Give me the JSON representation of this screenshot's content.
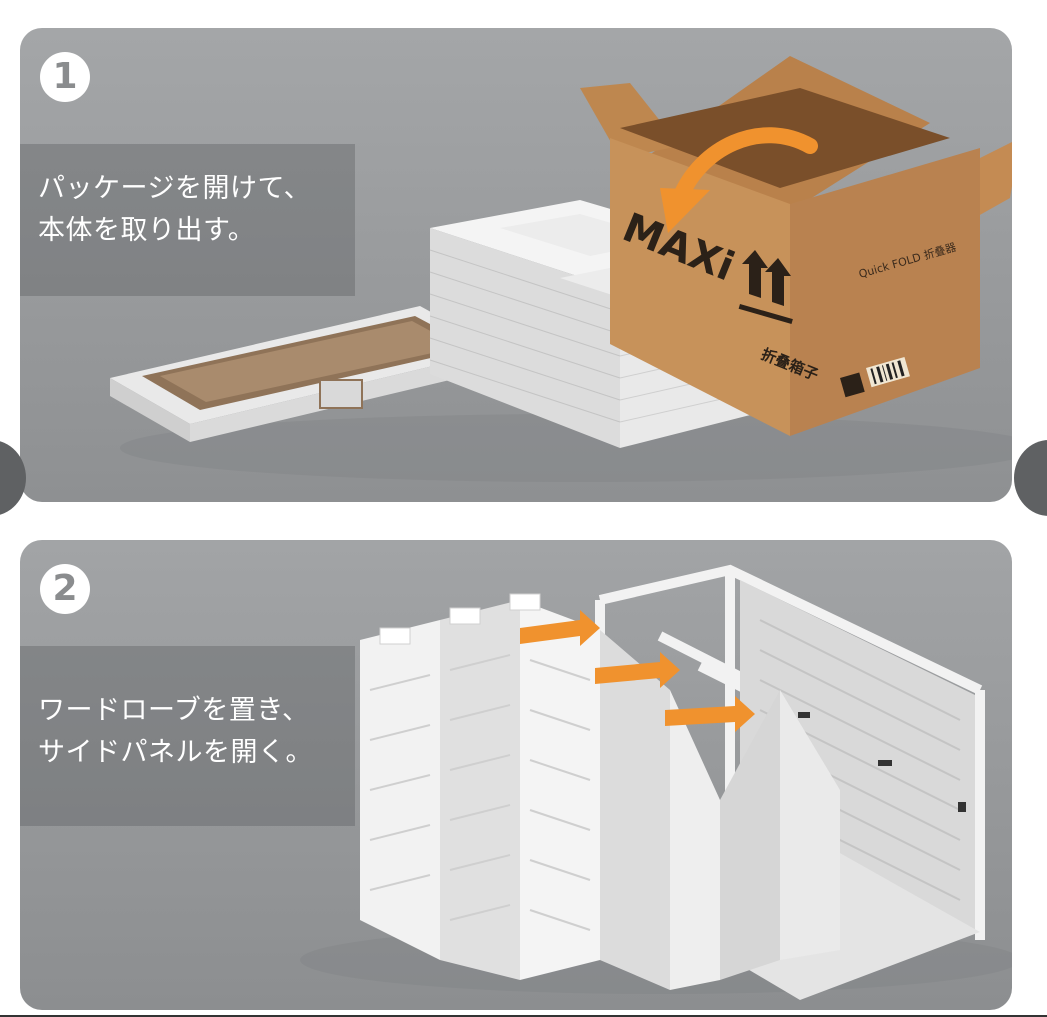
{
  "steps": [
    {
      "number": "1",
      "caption_line1": "パッケージを開けて、",
      "caption_line2": "本体を取り出す。"
    },
    {
      "number": "2",
      "caption_line1": "ワードローブを置き、",
      "caption_line2": "サイドパネルを開く。"
    }
  ],
  "box_print": {
    "brand": "MAXi",
    "logo_text": "Quick FOLD 折叠器",
    "side_label": "折叠箱子"
  },
  "icons": {
    "prev": "chevron-left-icon",
    "next": "chevron-right-icon",
    "arrow": "orange-arrow-icon"
  },
  "colors": {
    "panel": "#9a9c9e",
    "arrow": "#f0922e",
    "cardboard": "#c98e55"
  }
}
